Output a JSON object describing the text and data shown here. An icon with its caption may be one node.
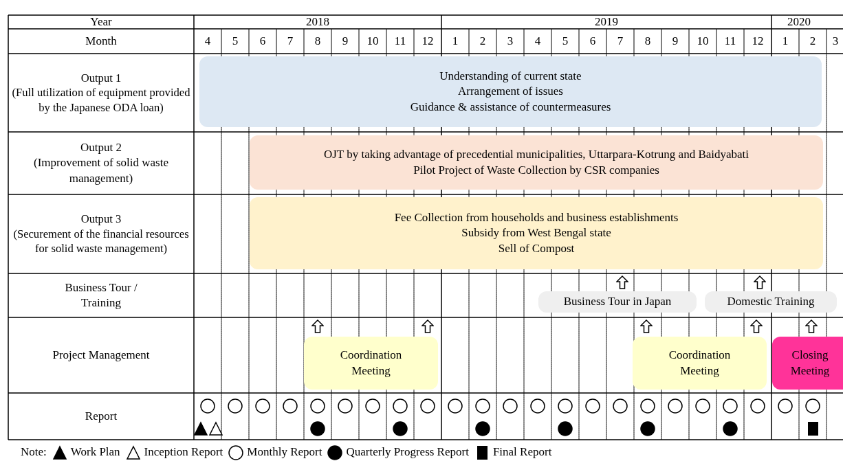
{
  "diagram": {
    "nodes": [
      {
        "text": [
          "Understanding of current state",
          "Arrangement of issues",
          "Guidance & assistance of countermeasures"
        ]
      },
      {
        "text": [
          "OJT by taking advantage of precedential municipalities, Uttarpara-Kotrung and Baidyabati",
          "Pilot Project of Waste Collection by CSR companies"
        ]
      },
      {
        "text": [
          "Fee Collection from households and business establishments",
          "Subsidy from West Bengal state",
          "Sell of Compost"
        ]
      },
      {
        "text": [
          "Business Tour in Japan"
        ]
      },
      {
        "text": [
          "Domestic Training"
        ]
      },
      {
        "text": [
          "Coordination Meeting"
        ]
      },
      {
        "text": [
          "Coordination Meeting"
        ]
      },
      {
        "text": [
          "Closing Meeting"
        ]
      }
    ],
    "labels": [
      "Year",
      "2018",
      "2019",
      "2020",
      "Month",
      "4",
      "5",
      "6",
      "7",
      "8",
      "9",
      "10",
      "11",
      "12",
      "1",
      "2",
      "3",
      "4",
      "5",
      "6",
      "7",
      "8",
      "9",
      "10",
      "11",
      "12",
      "1",
      "2",
      "3",
      "Output 1",
      "(Full utilization of equipment provided by the Japanese ODA loan)",
      "Output 2",
      "(Improvement of solid waste management)",
      "Output 3",
      "(Securement of the financial resources for solid waste management)",
      "Business Tour / Training",
      "Project Management",
      "Report",
      "Note:"
    ],
    "legend": [
      {
        "text": "Work Plan"
      },
      {
        "text": "Inception Report"
      },
      {
        "text": "Monthly Report"
      },
      {
        "text": "Quarterly Progress Report"
      },
      {
        "text": "Final Report"
      }
    ]
  }
}
